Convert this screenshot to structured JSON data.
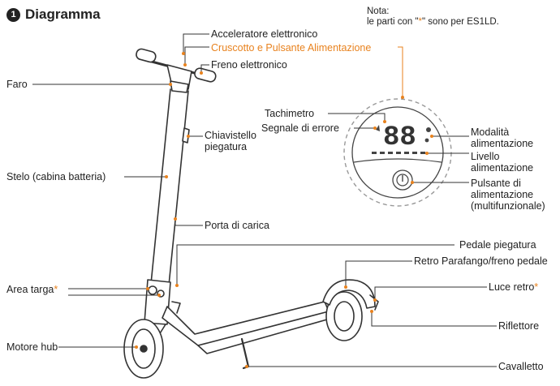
{
  "title": {
    "badge": "1",
    "text": "Diagramma"
  },
  "note": {
    "line1": "Nota:",
    "line2_pre": "le parti con \"",
    "line2_star": "*",
    "line2_post": "\" sono per ES1LD."
  },
  "labels": {
    "acceleratore": "Acceleratore elettronico",
    "cruscotto": "Cruscotto e Pulsante Alimentazione",
    "freno": "Freno elettronico",
    "faro": "Faro",
    "chiavistello_1": "Chiavistello",
    "chiavistello_2": "piegatura",
    "stelo": "Stelo (cabina batteria)",
    "porta": "Porta di carica",
    "pedale": "Pedale piegatura",
    "parafango": "Retro Parafango/freno pedale",
    "area_targa": "Area targa",
    "luce_retro": "Luce retro",
    "motore": "Motore hub",
    "riflettore": "Riflettore",
    "cavalletto": "Cavalletto",
    "tachimetro": "Tachimetro",
    "segnale": "Segnale di errore",
    "modalita_1": "Modalità",
    "modalita_2": "alimentazione",
    "livello_1": "Livello",
    "livello_2": "alimentazione",
    "pulsante_1": "Pulsante di",
    "pulsante_2": "alimentazione",
    "pulsante_3": "(multifunzionale)",
    "star": "*"
  },
  "display": {
    "digits": "88"
  },
  "colors": {
    "accent": "#e8821e",
    "line": "#333333",
    "text": "#222222"
  }
}
